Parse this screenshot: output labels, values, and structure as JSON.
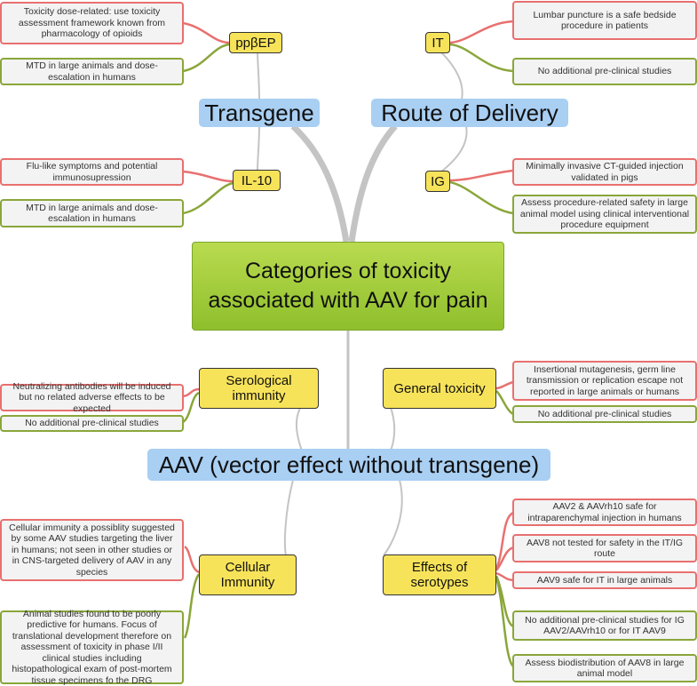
{
  "center": {
    "line1": "Categories of toxicity",
    "line2": "associated with AAV for pain"
  },
  "transgene": {
    "title": "Transgene",
    "ppbep": {
      "label": "ppβEP",
      "risk": "Toxicity dose-related: use toxicity assessment framework known from pharmacology of opioids",
      "mitigation": "MTD in large animals and dose-escalation in humans"
    },
    "il10": {
      "label": "IL-10",
      "risk": "Flu-like symptoms and potential immunosupression",
      "mitigation": "MTD in large animals and dose-escalation in humans"
    }
  },
  "route": {
    "title": "Route of Delivery",
    "it": {
      "label": "IT",
      "risk": "Lumbar puncture is a safe bedside procedure in patients",
      "mitigation": "No additional pre-clinical studies"
    },
    "ig": {
      "label": "IG",
      "risk": "Minimally invasive CT-guided injection validated in pigs",
      "mitigation": "Assess procedure-related safety in large animal model using clinical interventional procedure equipment"
    }
  },
  "aav": {
    "title": "AAV (vector effect without transgene)",
    "serological": {
      "label": "Serological immunity",
      "risk": "Neutralizing antibodies will be induced but no related adverse effects to be expected",
      "mitigation": "No additional pre-clinical studies"
    },
    "general": {
      "label": "General toxicity",
      "risk": "Insertional mutagenesis, germ line transmission or replication escape not reported in large animals or humans",
      "mitigation": "No additional pre-clinical studies"
    },
    "cellular": {
      "label": "Cellular Immunity",
      "risk": "Cellular immunity a possiblity suggested by some AAV studies targeting the liver in humans; not seen in other studies or in CNS-targeted delivery of AAV in any species",
      "mitigation": "Animal studies found to be poorly predictive for humans. Focus of translational development therefore on assessment of toxicity in phase I/II clinical studies including histopathological exam of post-mortem tissue specimens fo the DRG"
    },
    "serotypes": {
      "label": "Effects of serotypes",
      "risk1": "AAV2 & AAVrh10 safe for intraparenchymal injection in humans",
      "risk2": "AAV8 not tested for safety in the IT/IG route",
      "risk3": "AAV9 safe for IT in large animals",
      "mitigation1": "No additional pre-clinical studies for IG AAV2/AAVrh10 or for IT AAV9",
      "mitigation2": "Assess biodistribution of AAV8 in large animal model"
    }
  }
}
